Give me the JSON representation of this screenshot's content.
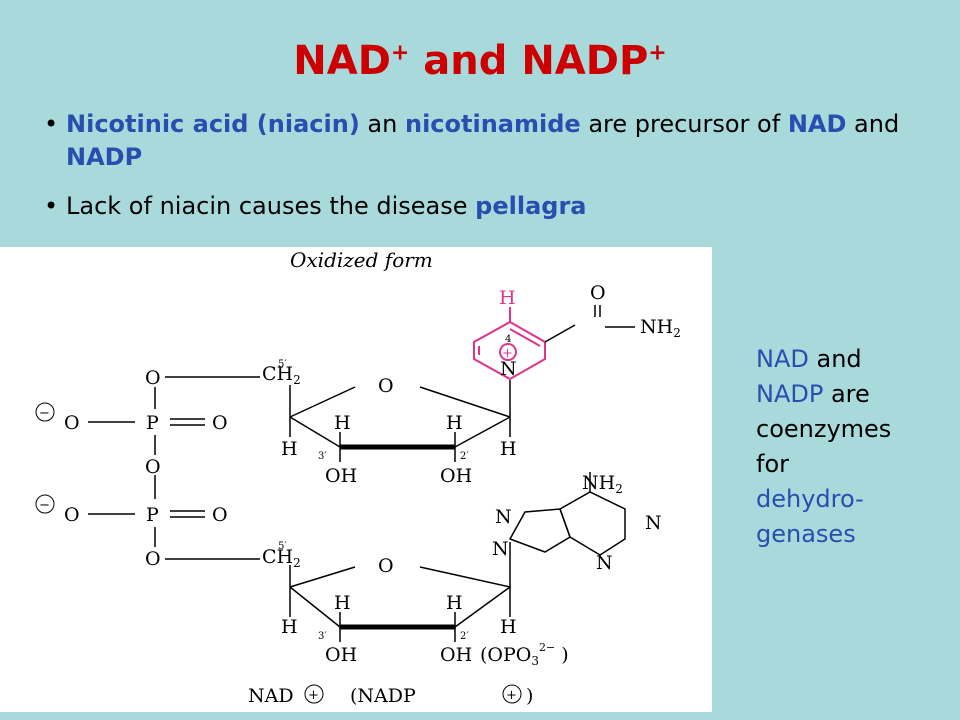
{
  "title": {
    "main": "NAD",
    "sup1": "+",
    "mid": " and NADP",
    "sup2": "+"
  },
  "bullets": [
    {
      "dot": "•",
      "parts": [
        {
          "text": "Nicotinic acid (niacin)",
          "hl": true
        },
        {
          "text": " an ",
          "hl": false
        },
        {
          "text": "nicotinamide",
          "hl": true
        },
        {
          "text": " are precursor of ",
          "hl": false
        },
        {
          "text": "NAD",
          "hl": true
        },
        {
          "text": " and ",
          "hl": false
        },
        {
          "text": "NADP",
          "hl": true
        }
      ]
    },
    {
      "dot": "•",
      "parts": [
        {
          "text": "Lack of niacin causes the disease ",
          "hl": false
        },
        {
          "text": "pellagra",
          "hl": true
        }
      ]
    }
  ],
  "figure": {
    "caption": "Oxidized form",
    "labels": {
      "H": "H",
      "O": "O",
      "N": "N",
      "P": "P",
      "C": "C",
      "NH2_prefix": "NH",
      "sub2": "2",
      "num4": "4",
      "CH2_prefix": "CH",
      "OH": "OH",
      "H5": "5′",
      "H3": "3′",
      "H2": "2′",
      "opo3": "(OPO",
      "opo3_sub": "3",
      "opo3_charge": "2−",
      "opo3_close": ")",
      "nad": "NAD",
      "nadp_open": "(NADP",
      "nadp_close": ")",
      "minus": "−",
      "plus": "+"
    }
  },
  "side": {
    "lines": [
      [
        {
          "text": "NAD",
          "hl": true
        },
        {
          "text": " and",
          "hl": false
        }
      ],
      [
        {
          "text": "NADP",
          "hl": true
        },
        {
          "text": " are",
          "hl": false
        }
      ],
      [
        {
          "text": "coenzymes",
          "hl": false
        }
      ],
      [
        {
          "text": "for",
          "hl": false
        }
      ],
      [
        {
          "text": "dehydro-",
          "hl": true
        }
      ],
      [
        {
          "text": "genases",
          "hl": true
        }
      ]
    ]
  },
  "colors": {
    "title": "#cc0000",
    "highlight": "#2a4db0",
    "nicotinamide_ring": "#e0338a",
    "background": "#a9dadb"
  }
}
